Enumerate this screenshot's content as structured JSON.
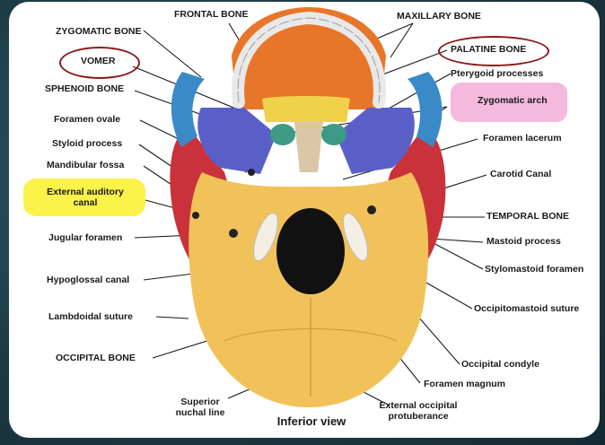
{
  "view_caption": "Inferior view",
  "labels": {
    "frontal_bone": "FRONTAL BONE",
    "maxillary_bone": "MAXILLARY BONE",
    "zygomatic_bone": "ZYGOMATIC BONE",
    "vomer": "VOMER",
    "palatine_bone": "PALATINE BONE",
    "pterygoid_processes": "Pterygoid processes",
    "sphenoid_bone": "SPHENOID BONE",
    "zygomatic_arch": "Zygomatic arch",
    "foramen_ovale": "Foramen ovale",
    "foramen_lacerum": "Foramen lacerum",
    "styloid_process": "Styloid process",
    "mandibular_fossa": "Mandibular fossa",
    "carotid_canal": "Carotid Canal",
    "external_auditory_line1": "External auditory",
    "external_auditory_line2": "canal",
    "temporal_bone": "TEMPORAL BONE",
    "jugular_foramen": "Jugular foramen",
    "mastoid_process": "Mastoid process",
    "stylomastoid_foramen": "Stylomastoid foramen",
    "hypoglossal_canal": "Hypoglossal canal",
    "occipitomastoid_suture": "Occipitomastoid suture",
    "lambdoidal_suture": "Lambdoidal suture",
    "occipital_bone": "OCCIPITAL BONE",
    "occipital_condyle": "Occipital condyle",
    "foramen_magnum": "Foramen magnum",
    "superior_nuchal_line1": "Superior",
    "superior_nuchal_line2": "nuchal line",
    "ext_occipital_line1": "External occipital",
    "ext_occipital_line2": "protuberance"
  },
  "colors": {
    "occipital": "#f2c25a",
    "temporal": "#c9323a",
    "sphenoid": "#5a5fc8",
    "maxillary": "#e8762a",
    "palatine": "#f0d24a",
    "zygomatic": "#3a8ac8",
    "vomer": "#d9c7a8",
    "highlight_yellow": "#fbf24a",
    "highlight_pink": "#f4b9dd",
    "circle_annotation": "#8b1a1a"
  }
}
